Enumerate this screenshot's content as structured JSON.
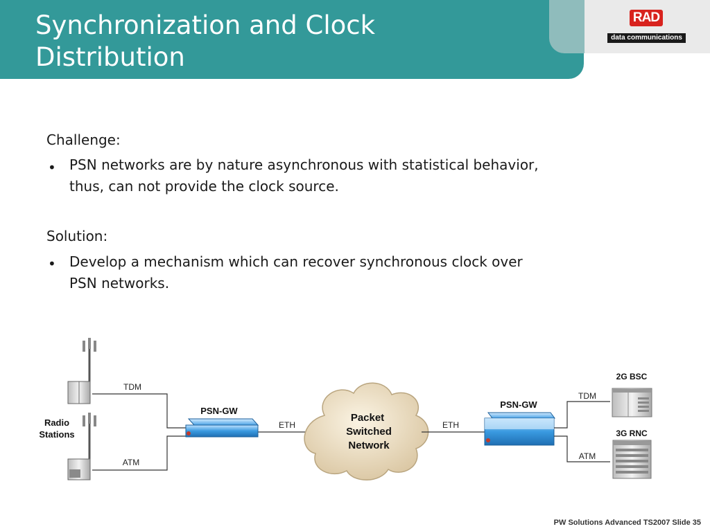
{
  "slide": {
    "title_line1": "Synchronization and Clock",
    "title_line2": "Distribution",
    "logo_text": "RAD",
    "logo_subtext": "data communications",
    "challenge_heading": "Challenge:",
    "challenge_line1": "PSN networks are by nature asynchronous with statistical behavior,",
    "challenge_line2": "thus, can not provide the clock source.",
    "solution_heading": "Solution:",
    "solution_line1": "Develop a mechanism which can recover synchronous clock over",
    "solution_line2": "PSN networks.",
    "bullet_char": "•",
    "footer": "PW Solutions Advanced  TS2007 Slide 35"
  },
  "diagram": {
    "radio_label_line1": "Radio",
    "radio_label_line2": "Stations",
    "tdm_left": "TDM",
    "atm_left": "ATM",
    "psn_gw_left": "PSN-GW",
    "eth_left": "ETH",
    "cloud_line1": "Packet",
    "cloud_line2": "Switched",
    "cloud_line3": "Network",
    "eth_right": "ETH",
    "psn_gw_right": "PSN-GW",
    "tdm_right": "TDM",
    "atm_right": "ATM",
    "bsc_label": "2G BSC",
    "rnc_label": "3G RNC"
  },
  "colors": {
    "header": "#339999",
    "accent_tab": "#8fbcbc",
    "logo_red": "#d8231e",
    "device_blue": "#2f8fd8",
    "cloud": "#e9dcc0"
  }
}
